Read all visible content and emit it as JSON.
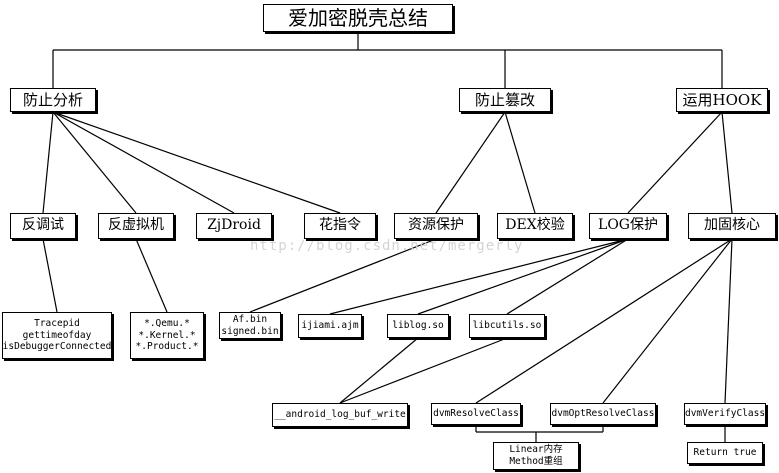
{
  "diagram": {
    "root": {
      "id": "root",
      "label": "爱加密脱壳总结"
    },
    "nodes": [
      {
        "id": "anti_analysis",
        "lines": [
          "防止分析"
        ]
      },
      {
        "id": "anti_tamper",
        "lines": [
          "防止篡改"
        ]
      },
      {
        "id": "use_hook",
        "lines": [
          "运用HOOK"
        ]
      },
      {
        "id": "anti_debug",
        "lines": [
          "反调试"
        ]
      },
      {
        "id": "anti_vm",
        "lines": [
          "反虚拟机"
        ]
      },
      {
        "id": "zjdroid",
        "lines": [
          "ZjDroid"
        ]
      },
      {
        "id": "flower",
        "lines": [
          "花指令"
        ]
      },
      {
        "id": "res_protect",
        "lines": [
          "资源保护"
        ]
      },
      {
        "id": "dex_check",
        "lines": [
          "DEX校验"
        ]
      },
      {
        "id": "log_protect",
        "lines": [
          "LOG保护"
        ]
      },
      {
        "id": "harden_core",
        "lines": [
          "加固核心"
        ]
      },
      {
        "id": "tracepid",
        "lines": [
          "Tracepid",
          "gettimeofday",
          "isDebuggerConnected"
        ]
      },
      {
        "id": "qemu",
        "lines": [
          "*.Qemu.*",
          "*.Kernel.*",
          "*.Product.*"
        ]
      },
      {
        "id": "afbin",
        "lines": [
          "Af.bin",
          "signed.bin"
        ]
      },
      {
        "id": "ijiami",
        "lines": [
          "ijiami.ajm"
        ]
      },
      {
        "id": "liblog",
        "lines": [
          "liblog.so"
        ]
      },
      {
        "id": "libcutils",
        "lines": [
          "libcutils.so"
        ]
      },
      {
        "id": "alogbuf",
        "lines": [
          "__android_log_buf_write"
        ]
      },
      {
        "id": "dvmresolve",
        "lines": [
          "dvmResolveClass"
        ]
      },
      {
        "id": "dvmopt",
        "lines": [
          "dvmOptResolveClass"
        ]
      },
      {
        "id": "dvmverify",
        "lines": [
          "dvmVerifyClass"
        ]
      },
      {
        "id": "linear",
        "lines": [
          "Linear内存",
          "Method重组"
        ]
      },
      {
        "id": "rettrue",
        "lines": [
          "Return true"
        ]
      }
    ],
    "tree_edges": [
      [
        "root",
        "anti_analysis"
      ],
      [
        "root",
        "anti_tamper"
      ],
      [
        "root",
        "use_hook"
      ]
    ],
    "edges": [
      [
        "anti_analysis",
        "anti_debug"
      ],
      [
        "anti_analysis",
        "anti_vm"
      ],
      [
        "anti_analysis",
        "zjdroid"
      ],
      [
        "anti_analysis",
        "flower"
      ],
      [
        "anti_tamper",
        "res_protect"
      ],
      [
        "anti_tamper",
        "dex_check"
      ],
      [
        "use_hook",
        "log_protect"
      ],
      [
        "use_hook",
        "harden_core"
      ],
      [
        "anti_debug",
        "tracepid"
      ],
      [
        "anti_vm",
        "qemu"
      ],
      [
        "res_protect",
        "afbin"
      ],
      [
        "log_protect",
        "ijiami"
      ],
      [
        "log_protect",
        "liblog"
      ],
      [
        "log_protect",
        "libcutils"
      ],
      [
        "harden_core",
        "dvmresolve"
      ],
      [
        "harden_core",
        "dvmopt"
      ],
      [
        "harden_core",
        "dvmverify"
      ],
      [
        "liblog",
        "alogbuf"
      ],
      [
        "libcutils",
        "alogbuf"
      ],
      [
        "dvmverify",
        "rettrue"
      ]
    ],
    "bracket": {
      "from": [
        "dvmresolve",
        "dvmopt"
      ],
      "to": "linear"
    },
    "watermark": "http://blog.csdn.net/mergerly"
  }
}
